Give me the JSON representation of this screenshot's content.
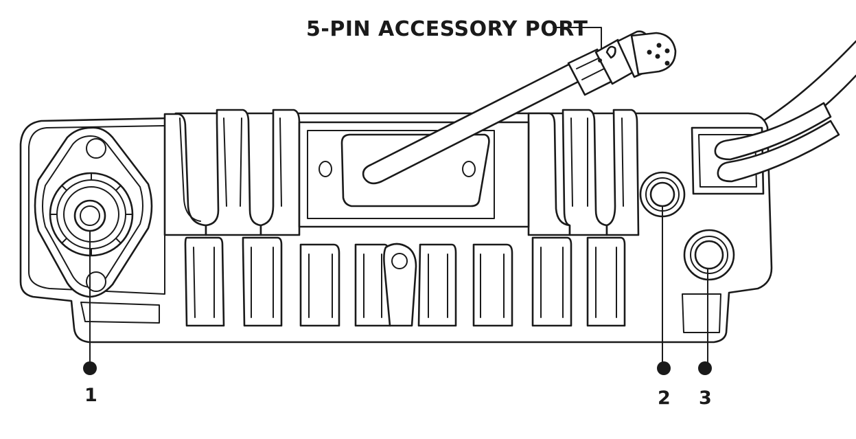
{
  "diagram": {
    "title_label": "5-PIN ACCESSORY PORT",
    "callouts": [
      {
        "id": "1",
        "label": "1"
      },
      {
        "id": "2",
        "label": "2"
      },
      {
        "id": "3",
        "label": "3"
      }
    ]
  },
  "colors": {
    "line": "#1a1a1a",
    "background": "#ffffff"
  }
}
